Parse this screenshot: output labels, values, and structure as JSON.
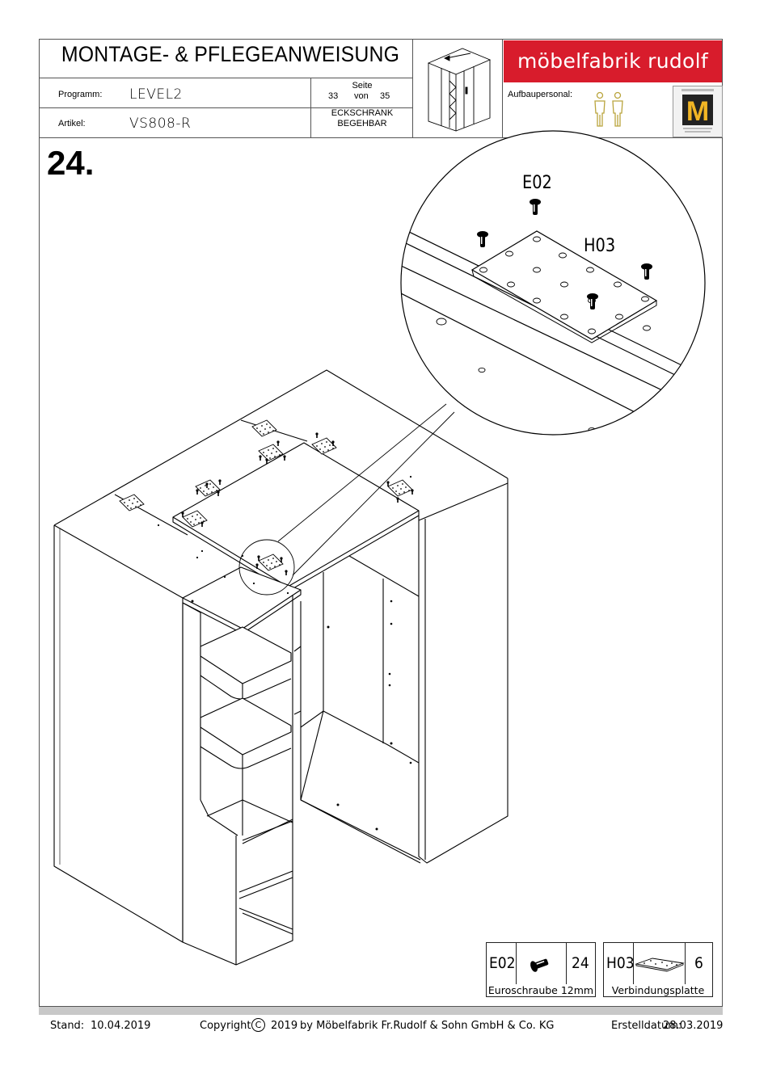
{
  "header": {
    "title": "MONTAGE- & PFLEGEANWEISUNG",
    "programm_label": "Programm:",
    "programm_value": "LEVEL2",
    "artikel_label": "Artikel:",
    "artikel_value": "VS808-R",
    "seite_label": "Seite",
    "seite_current": "33",
    "seite_von": "von",
    "seite_total": "35",
    "product_type_line1": "ECKSCHRANK",
    "product_type_line2": "BEGEHBAR",
    "brand": "möbelfabrik rudolf",
    "aufbaupersonal_label": "Aufbaupersonal:",
    "persons_count": 2,
    "brand_color": "#d81c2c"
  },
  "step": {
    "number": "24.",
    "detail_labels": {
      "screw": "E02",
      "plate": "H03"
    }
  },
  "legend": [
    {
      "code": "E02",
      "icon": "screw-icon",
      "qty": "24",
      "caption": "Euroschraube 12mm"
    },
    {
      "code": "H03",
      "icon": "connecting-plate-icon",
      "qty": "6",
      "caption": "Verbindungsplatte"
    }
  ],
  "footer": {
    "stand_label": "Stand:",
    "stand_date": "10.04.2019",
    "copyright_label": "Copyright",
    "copyright_year": "2019",
    "copyright_by": "by Möbelfabrik Fr.Rudolf & Sohn GmbH & Co. KG",
    "erstelldatum_label": "Erstelldatum:",
    "erstelldatum_date": "28.03.2019"
  }
}
